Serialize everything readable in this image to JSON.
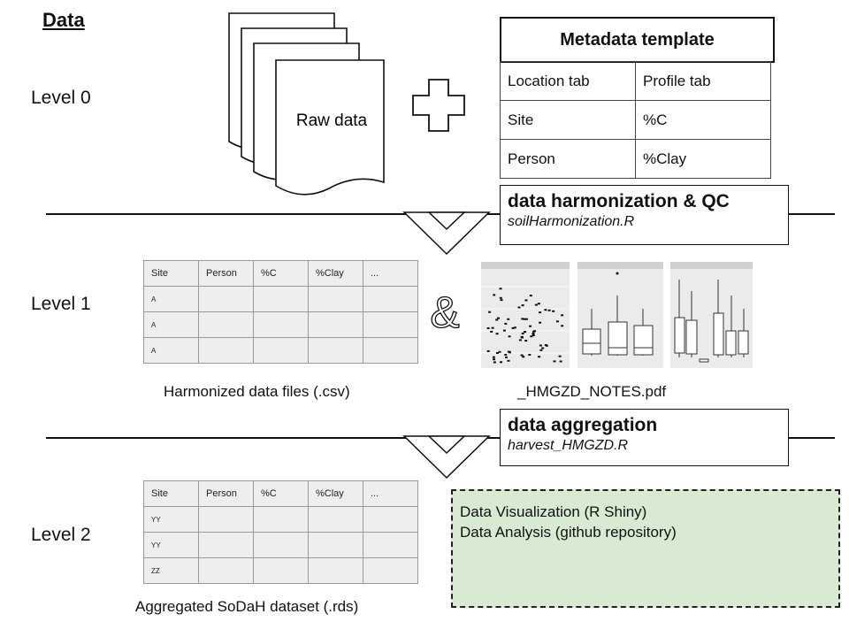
{
  "heading": "Data",
  "levels": [
    "Level 0",
    "Level 1",
    "Level 2"
  ],
  "raw_data_label": "Raw data",
  "ampersand": "&",
  "metadata": {
    "title": "Metadata template",
    "rows": [
      [
        "Location tab",
        "Profile tab"
      ],
      [
        "Site",
        "%C"
      ],
      [
        "Person",
        "%Clay"
      ]
    ]
  },
  "process1": {
    "title": "data harmonization & QC",
    "script": "soilHarmonization.R"
  },
  "process2": {
    "title": "data aggregation",
    "script": "harvest_HMGZD.R"
  },
  "table1": {
    "headers": [
      "Site",
      "Person",
      "%C",
      "%Clay",
      "..."
    ],
    "rows": [
      "A",
      "A",
      "A"
    ],
    "caption": "Harmonized data files (.csv)"
  },
  "notes_caption": "_HMGZD_NOTES.pdf",
  "table2": {
    "headers": [
      "Site",
      "Person",
      "%C",
      "%Clay",
      "..."
    ],
    "rows": [
      "YY",
      "YY",
      "ZZ"
    ],
    "caption": "Aggregated SoDaH dataset (.rds)"
  },
  "outputs": [
    "Data Visualization (R Shiny)",
    "Data Analysis (github repository)"
  ],
  "colors": {
    "outputs_fill": "#d9ead3",
    "grid_fill": "#eeeeee"
  },
  "icons": [
    "document-stack-icon",
    "plus-icon",
    "funnel-arrow-icon",
    "plot-thumbnail-icon"
  ]
}
